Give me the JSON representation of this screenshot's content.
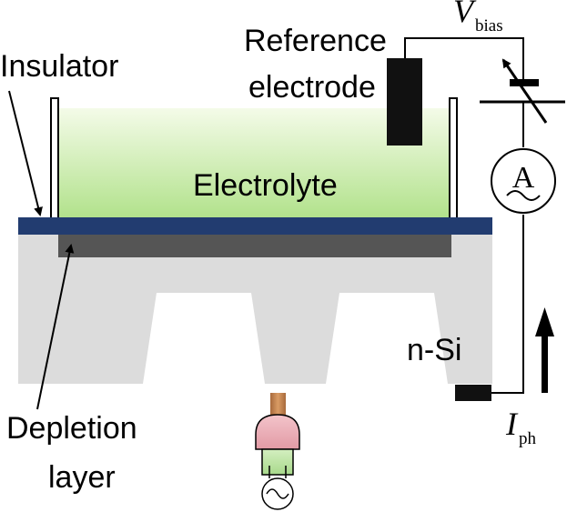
{
  "labels": {
    "insulator": "Insulator",
    "reference_line1": "Reference",
    "reference_line2": "electrode",
    "electrolyte": "Electrolyte",
    "substrate": "n-Si",
    "depletion_line1": "Depletion",
    "depletion_line2": "layer",
    "vbias_symbol": "V",
    "vbias_subscript": "bias",
    "iph_symbol": "I",
    "iph_subscript": "ph",
    "ammeter": "A"
  },
  "colors": {
    "electrolyte_top": "#f4fbe8",
    "electrolyte_bottom": "#b2e28c",
    "insulator": "#223c70",
    "depletion": "#555555",
    "silicon": "#dcdcdc",
    "lamp_head": "#e9a6b0",
    "lamp_base": "#b5e09a",
    "lamp_stem": "#c98a55"
  },
  "icons": [
    "ammeter-icon",
    "variable-voltage-source-icon",
    "light-source-icon",
    "ac-source-icon",
    "current-arrow-icon"
  ]
}
